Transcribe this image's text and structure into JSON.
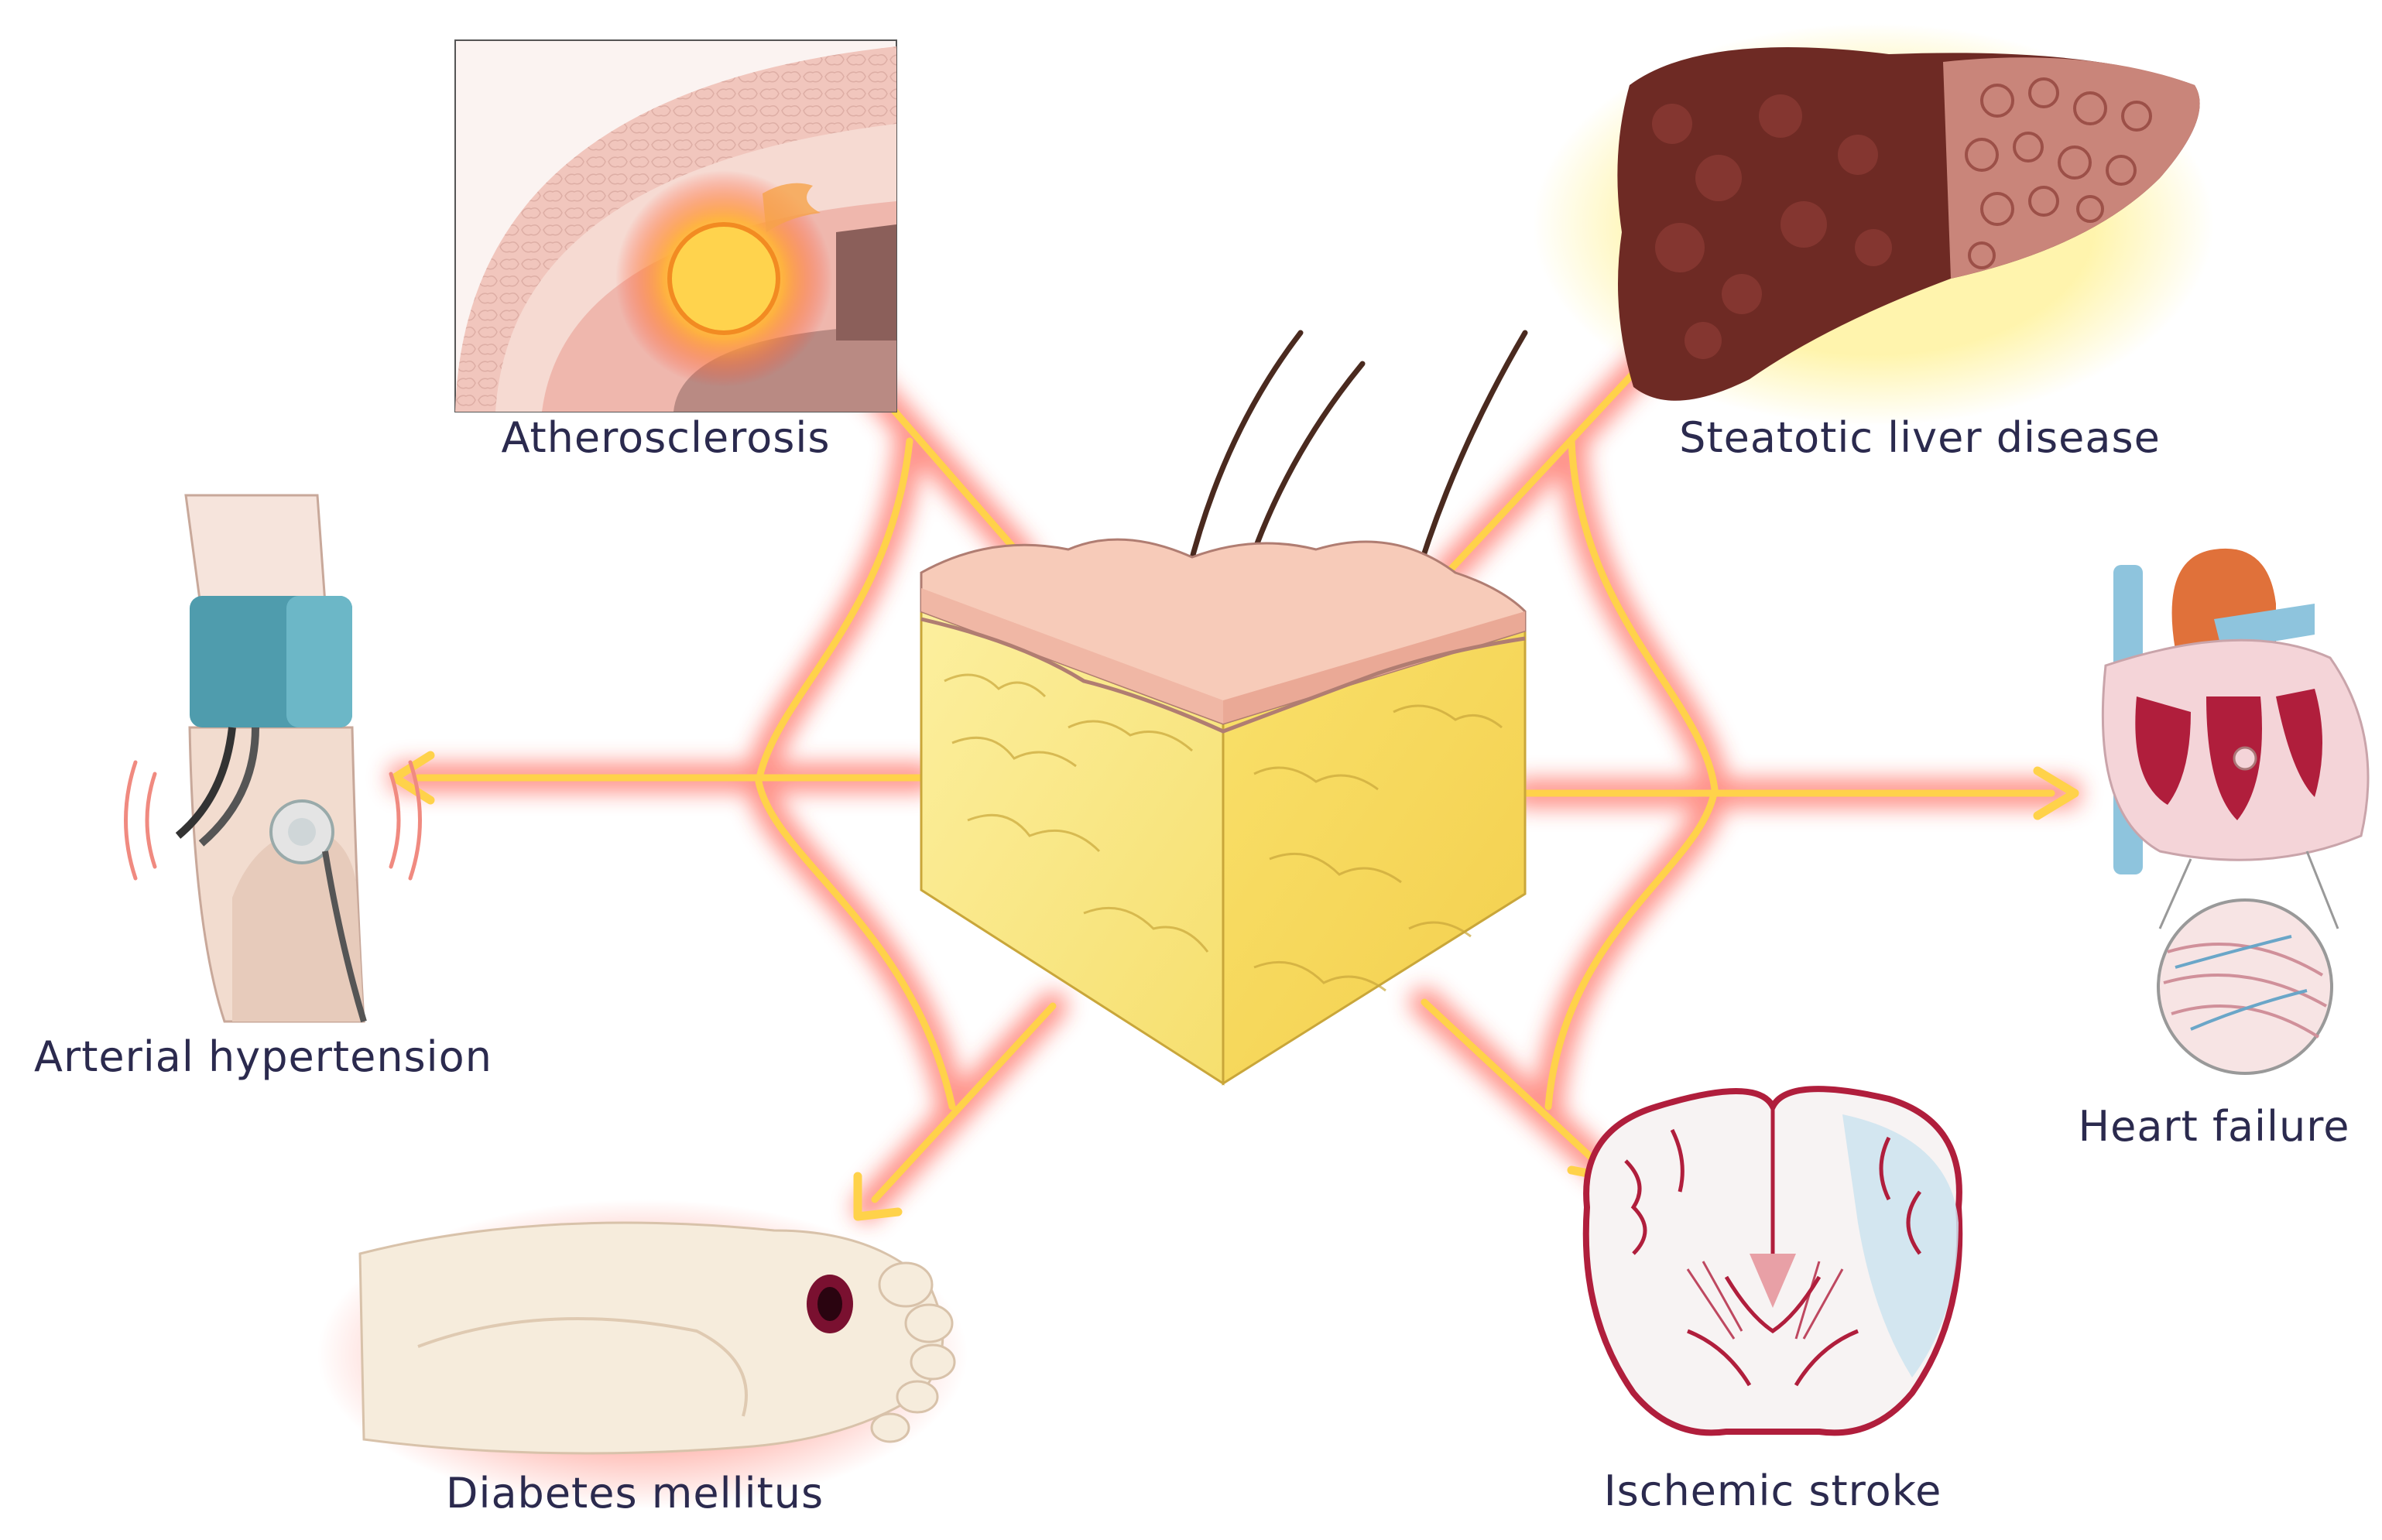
{
  "labels": {
    "atherosclerosis": "Atherosclerosis",
    "steatotic_liver_disease": "Steatotic liver disease",
    "arterial_hypertension": "Arterial hypertension",
    "heart_failure": "Heart failure",
    "diabetes_mellitus": "Diabetes mellitus",
    "ischemic_stroke": "Ischemic stroke"
  },
  "colors": {
    "label_text": "#2b2a4e",
    "arrow_core": "#ffd24a",
    "arrow_glow": "#ff3b2a",
    "fat_yellow": "#f9e27a",
    "skin_pink": "#f7cbb9",
    "liver_dark": "#6e2a24",
    "cuff_blue": "#4f9cad",
    "heart_red": "#b01e3c",
    "vessel_blue": "#8ec4dd"
  },
  "icons": {
    "center": "adipose-tissue-cube-icon",
    "atherosclerosis": "artery-plaque-icon",
    "steatotic_liver_disease": "liver-icon",
    "arterial_hypertension": "blood-pressure-cuff-arm-icon",
    "heart_failure": "heart-cross-section-icon",
    "diabetes_mellitus": "diabetic-foot-ulcer-icon",
    "ischemic_stroke": "brain-coronal-section-icon"
  }
}
